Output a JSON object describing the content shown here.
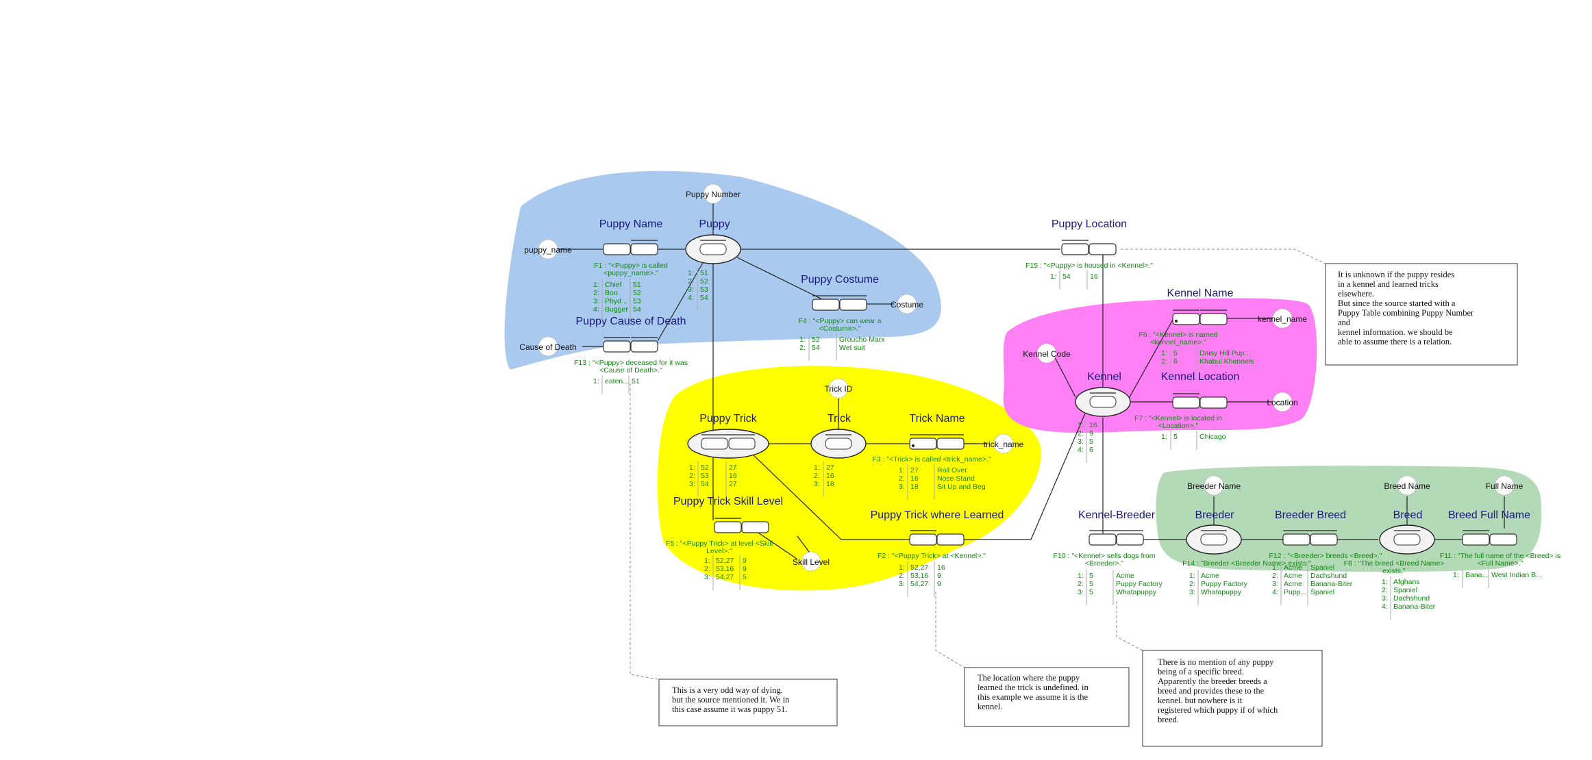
{
  "colors": {
    "blue_region": "#a9c9ef",
    "yellow_region": "#ffff00",
    "magenta_region": "#ff7ff4",
    "green_region": "#b3d9b7",
    "name_text": "#1a1a80",
    "fact_text": "#118811"
  },
  "object_types": {
    "puppy": "Puppy",
    "trick": "Trick",
    "kennel": "Kennel",
    "breeder": "Breeder",
    "breed": "Breed",
    "puppy_trick": "Puppy Trick"
  },
  "value_types": {
    "puppy_number": "Puppy Number",
    "puppy_name": "puppy_name",
    "costume": "Costume",
    "cause_of_death": "Cause of Death",
    "trick_id": "Trick ID",
    "trick_name": "trick_name",
    "skill_level": "Skill Level",
    "kennel_code": "Kennel Code",
    "kennel_name": "kennel_name",
    "location": "Location",
    "breeder_name": "Breeder Name",
    "breed_name": "Breed Name",
    "full_name": "Full Name"
  },
  "fact_names": {
    "puppy_name": "Puppy Name",
    "puppy_costume": "Puppy Costume",
    "puppy_cause_of_death": "Puppy Cause of Death",
    "puppy_location": "Puppy Location",
    "trick_name": "Trick Name",
    "puppy_trick_skill_level": "Puppy Trick Skill Level",
    "puppy_trick_where_learned": "Puppy Trick where Learned",
    "kennel_name": "Kennel Name",
    "kennel_location": "Kennel Location",
    "kennel_breeder": "Kennel-Breeder",
    "breeder_breed": "Breeder Breed",
    "breed_full_name": "Breed Full Name"
  },
  "fact_readings": {
    "f1": [
      "F1 : \"<Puppy> is called",
      "<puppy_name>.\""
    ],
    "f4": [
      "F4 : \"<Puppy> can wear a",
      "<Costume>.\""
    ],
    "f13": [
      "F13 : \"<Puppy> deceased for it was",
      "<Cause of Death>.\""
    ],
    "f15": [
      "F15 : \"<Puppy> is housed in <Kennel>.\""
    ],
    "f3": [
      "F3 : \"<Trick> is called <trick_name>.\""
    ],
    "f5": [
      "F5 : \"<Puppy Trick> at level <Skill",
      "Level>.\""
    ],
    "f2": [
      "F2 : \"<Puppy Trick> at <Kennel>.\""
    ],
    "f6": [
      "F6 : \"<Kennel> is named",
      "<kennel_name>.\""
    ],
    "f7": [
      "F7 : \"<Kennel> is located in",
      "<Location>.\""
    ],
    "f10": [
      "F10 : \"<Kennel> sells dogs from",
      "<Breeder>.\""
    ],
    "f14": [
      "F14 : \"Breeder <Breeder Name> exists.\""
    ],
    "f12": [
      "F12 : \"<Breeder> breeds <Breed>.\""
    ],
    "f8": [
      "F8 : \"The breed <Breed Name>",
      "exists.\""
    ],
    "f11": [
      "F11 : \"The full name of the <Breed> is",
      "<Full Name>.\""
    ]
  },
  "populations": {
    "puppy": [
      [
        "1:",
        "51"
      ],
      [
        "2:",
        "52"
      ],
      [
        "3:",
        "53"
      ],
      [
        "4:",
        "54"
      ]
    ],
    "puppy_name": [
      [
        "1:",
        "Chief",
        "51"
      ],
      [
        "2:",
        "Boo",
        "52"
      ],
      [
        "3:",
        "Phyd...",
        "53"
      ],
      [
        "4:",
        "Bugger",
        "54"
      ]
    ],
    "puppy_costume": [
      [
        "1:",
        "52",
        "Groucho Marx"
      ],
      [
        "2:",
        "54",
        "Wet suit"
      ]
    ],
    "cause_of_death": [
      [
        "1:",
        "eaten...",
        "51"
      ]
    ],
    "puppy_location": [
      [
        "1:",
        "54",
        "16"
      ]
    ],
    "puppy_trick": [
      [
        "1:",
        "52",
        "27"
      ],
      [
        "2:",
        "53",
        "16"
      ],
      [
        "3:",
        "54",
        "27"
      ]
    ],
    "trick": [
      [
        "1:",
        "27"
      ],
      [
        "2:",
        "16"
      ],
      [
        "3:",
        "18"
      ]
    ],
    "trick_name": [
      [
        "1:",
        "27",
        "Roll Over"
      ],
      [
        "2:",
        "16",
        "Nose Stand"
      ],
      [
        "3:",
        "18",
        "Sit Up and Beg"
      ]
    ],
    "skill_level": [
      [
        "1:",
        "52,27",
        "9"
      ],
      [
        "2:",
        "53,16",
        "9"
      ],
      [
        "3:",
        "54,27",
        "5"
      ]
    ],
    "where_learned": [
      [
        "1:",
        "52,27",
        "16"
      ],
      [
        "2:",
        "53,16",
        "9"
      ],
      [
        "3:",
        "54,27",
        "9"
      ]
    ],
    "kennel": [
      [
        "1:",
        "16"
      ],
      [
        "2:",
        "9"
      ],
      [
        "3:",
        "5"
      ],
      [
        "4:",
        "6"
      ]
    ],
    "kennel_name": [
      [
        "1:",
        "5",
        "Daisy Hill Pup..."
      ],
      [
        "2:",
        "6",
        "Khabul Khennels"
      ]
    ],
    "kennel_location": [
      [
        "1:",
        "5",
        "Chicago"
      ]
    ],
    "kennel_breeder": [
      [
        "1:",
        "5",
        "Acme"
      ],
      [
        "2:",
        "5",
        "Puppy Factory"
      ],
      [
        "3:",
        "5",
        "Whatapuppy"
      ]
    ],
    "breeder": [
      [
        "1:",
        "Acme"
      ],
      [
        "2:",
        "Puppy Factory"
      ],
      [
        "3:",
        "Whatapuppy"
      ]
    ],
    "breeder_breed": [
      [
        "1:",
        "Acme",
        "Spaniel"
      ],
      [
        "2:",
        "Acme",
        "Dachshund"
      ],
      [
        "3:",
        "Acme",
        "Banana-Biter"
      ],
      [
        "4:",
        "Pupp...",
        "Spaniel"
      ]
    ],
    "breed": [
      [
        "1:",
        "Afghans"
      ],
      [
        "2:",
        "Spaniel"
      ],
      [
        "3:",
        "Dachshund"
      ],
      [
        "4:",
        "Banana-Biter"
      ]
    ],
    "breed_full_name": [
      [
        "1:",
        "Bana...",
        "West Indian B..."
      ]
    ]
  },
  "notes": {
    "puppy_location": [
      "It is unknown if the puppy resides",
      "in a kennel and learned tricks",
      "elsewhere.",
      "But since the source started with a",
      "Puppy Table combining Puppy Number",
      "and",
      "kennel information. we should be",
      "able to assume there is a relation."
    ],
    "cause_of_death": [
      "This is a very odd way of dying.",
      "but the source mentioned it. We in",
      "this case assume it was puppy 51."
    ],
    "where_learned": [
      "The location where the puppy",
      "learned the trick is undefined. in",
      "this example we assume it is the",
      "kennel."
    ],
    "breed": [
      "There is no mention of any puppy",
      "being of a specific breed.",
      "Apparently the breeder breeds a",
      "breed and provides these to the",
      "kennel. but nowhere is it",
      "registered which puppy if of which",
      "breed."
    ]
  }
}
